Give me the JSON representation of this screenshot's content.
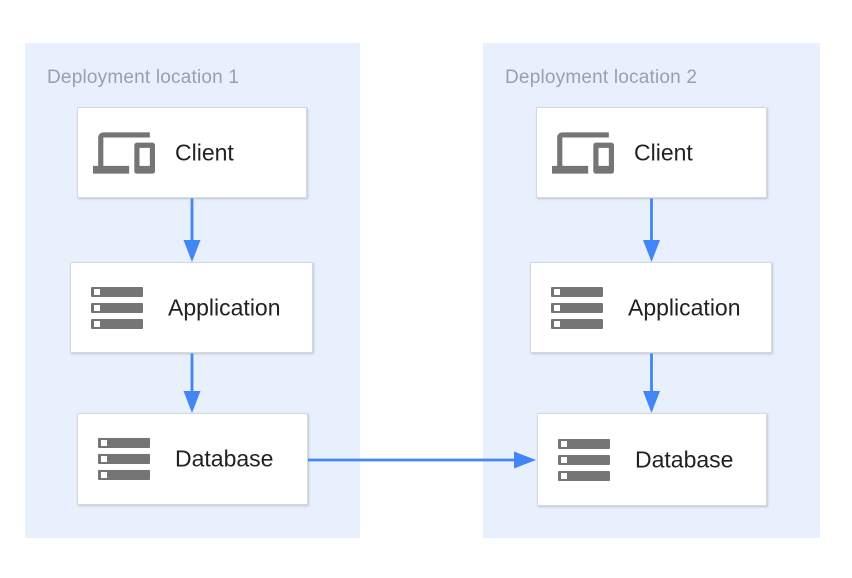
{
  "colors": {
    "panel_bg": "#e8f0fe",
    "arrow_blue": "#4285f4",
    "icon_gray": "#757575",
    "title_gray": "#9aa0a6",
    "label_color": "#212121",
    "box_border": "#d6d8db",
    "box_bg": "#ffffff"
  },
  "panels": [
    {
      "title": "Deployment location 1",
      "nodes": [
        {
          "label": "Client",
          "icon": "devices-icon"
        },
        {
          "label": "Application",
          "icon": "server-stack-icon"
        },
        {
          "label": "Database",
          "icon": "server-stack-icon"
        }
      ]
    },
    {
      "title": "Deployment location 2",
      "nodes": [
        {
          "label": "Client",
          "icon": "devices-icon"
        },
        {
          "label": "Application",
          "icon": "server-stack-icon"
        },
        {
          "label": "Database",
          "icon": "server-stack-icon"
        }
      ]
    }
  ],
  "connections": [
    {
      "from": "Client (location 1)",
      "to": "Application (location 1)"
    },
    {
      "from": "Application (location 1)",
      "to": "Database (location 1)"
    },
    {
      "from": "Client (location 2)",
      "to": "Application (location 2)"
    },
    {
      "from": "Application (location 2)",
      "to": "Database (location 2)"
    },
    {
      "from": "Database (location 1)",
      "to": "Database (location 2)"
    }
  ]
}
